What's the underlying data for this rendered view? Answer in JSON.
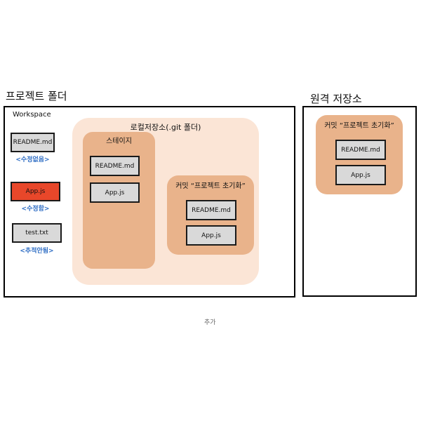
{
  "project_folder": {
    "title": "프로젝트 폴더",
    "workspace": {
      "label": "Workspace",
      "files": [
        {
          "name": "README.md",
          "status": "<수정없음>"
        },
        {
          "name": "App.js",
          "status": "<수정함>"
        },
        {
          "name": "test.txt",
          "status": "<추적안됨>"
        }
      ]
    },
    "local_repo": {
      "title": "로컬저장소(.git 폴더)",
      "stage": {
        "title": "스테이지",
        "files": [
          "README.md",
          "App.js"
        ]
      },
      "commit": {
        "title": "커밋 “프로젝트 초기화”",
        "files": [
          "README.md",
          "App.js"
        ]
      }
    }
  },
  "remote_repo": {
    "title": "원격 저장소",
    "commit": {
      "title": "커밋 “프로젝트 초기화”",
      "files": [
        "README.md",
        "App.js"
      ]
    }
  },
  "caption": "추가",
  "colors": {
    "file_default": "#d9d9d9",
    "file_modified": "#e8472a",
    "status_text": "#2e6dc4",
    "local_repo_bg": "#fbe5d6",
    "inner_panel_bg": "#e9b38b",
    "frame_border": "#000000"
  }
}
